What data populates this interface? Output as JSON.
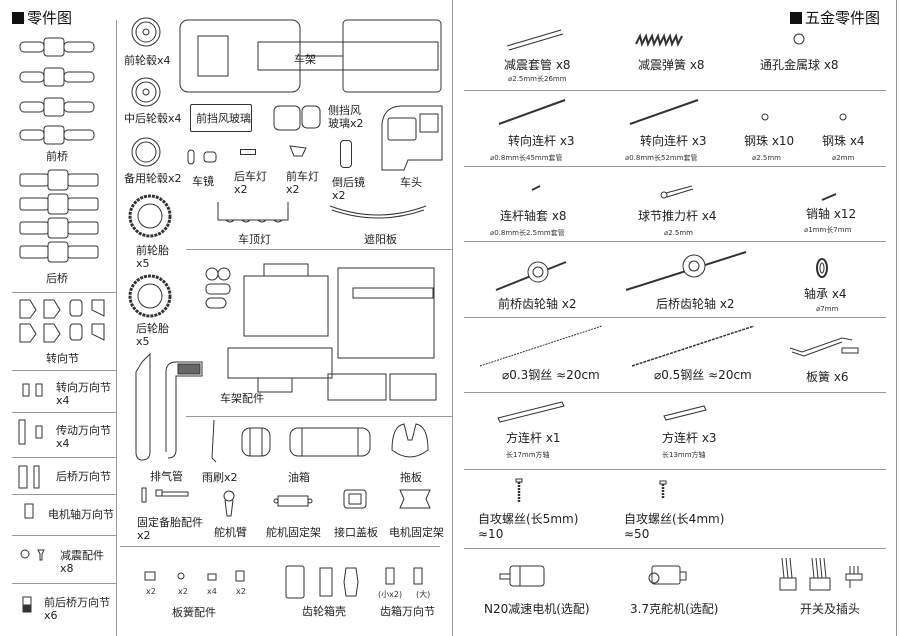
{
  "left_panel": {
    "title": "零件图",
    "axles": {
      "front_axle": "前桥",
      "rear_axle": "后桥"
    },
    "steering_knuckle": "转向节",
    "column_items": [
      {
        "name": "转向万向节",
        "qty": "x4"
      },
      {
        "name": "传动万向节",
        "qty": "x4"
      },
      {
        "name": "后桥万向节",
        "qty": ""
      },
      {
        "name": "电机轴万向节",
        "qty": ""
      },
      {
        "name": "减震配件",
        "qty": "x8"
      },
      {
        "name": "前后桥万向节",
        "qty": "x6"
      }
    ],
    "wheels": [
      {
        "name": "前轮毂x4"
      },
      {
        "name": "中后轮毂x4"
      },
      {
        "name": "备用轮毂x2"
      },
      {
        "name": "前轮胎",
        "qty": "x5"
      },
      {
        "name": "后轮胎",
        "qty": "x5"
      }
    ],
    "frame_label": "车架",
    "front_windshield": "前挡风玻璃",
    "side_windshield": {
      "name": "侧挡风",
      "name2": "玻璃x2"
    },
    "cab_label": "车头",
    "mirror": "车镜",
    "rear_light": {
      "name": "后车灯",
      "qty": "x2"
    },
    "front_light": {
      "name": "前车灯",
      "qty": "x2"
    },
    "rearview_mirror": {
      "name": "倒后镜",
      "qty": "x2"
    },
    "roof_light": "车顶灯",
    "sun_visor": "遮阳板",
    "frame_parts": "车架配件",
    "exhaust": "排气管",
    "wiper": "雨刷x2",
    "fuel_tank": "油箱",
    "fifth_wheel": "拖板",
    "spare_mount": {
      "name": "固定备胎配件",
      "qty": "x2"
    },
    "servo_arm": "舵机臂",
    "servo_mount": "舵机固定架",
    "port_cover": "接口盖板",
    "motor_mount": "电机固定架",
    "leaf_spring_parts": {
      "name": "板簧配件",
      "qtys": [
        "x2",
        "x2",
        "x4",
        "x2"
      ]
    },
    "gearbox_shell": "齿轮箱壳",
    "gearbox_joint": {
      "name": "齿箱万向节",
      "small": "(小x2)",
      "large": "(大)"
    }
  },
  "right_panel": {
    "title": "五金零件图",
    "rows": [
      [
        {
          "name": "减震套管  x8",
          "spec": "⌀2.5mm长26mm"
        },
        {
          "name": "减震弹簧  x8",
          "spec": ""
        },
        {
          "name": "通孔金属球  x8",
          "spec": ""
        }
      ],
      [
        {
          "name": "转向连杆  x3",
          "spec": "⌀0.8mm长45mm套管"
        },
        {
          "name": "转向连杆  x3",
          "spec": "⌀0.8mm长52mm套管"
        },
        {
          "name": "钢珠  x10",
          "spec": "⌀2.5mm"
        },
        {
          "name": "钢珠  x4",
          "spec": "⌀2mm"
        }
      ],
      [
        {
          "name": "连杆轴套  x8",
          "spec": "⌀0.8mm长2.5mm套管"
        },
        {
          "name": "球节推力杆  x4",
          "spec": "⌀2.5mm"
        },
        {
          "name": "销轴 x12",
          "spec": "⌀1mm长7mm"
        }
      ],
      [
        {
          "name": "前桥齿轮轴  x2",
          "spec": ""
        },
        {
          "name": "后桥齿轮轴  x2",
          "spec": ""
        },
        {
          "name": "轴承  x4",
          "spec": "⌀7mm"
        }
      ],
      [
        {
          "name": "⌀0.3钢丝 ≈20cm",
          "spec": ""
        },
        {
          "name": "⌀0.5钢丝 ≈20cm",
          "spec": ""
        },
        {
          "name": "板簧 x6",
          "spec": ""
        }
      ],
      [
        {
          "name": "方连杆  x1",
          "spec": "长17mm方轴"
        },
        {
          "name": "方连杆  x3",
          "spec": "长13mm方轴"
        }
      ],
      [
        {
          "name": "自攻螺丝(长5mm)",
          "spec": "≈10"
        },
        {
          "name": "自攻螺丝(长4mm)",
          "spec": "≈50"
        }
      ],
      [
        {
          "name": "N20减速电机(选配)",
          "spec": ""
        },
        {
          "name": "3.7克舵机(选配)",
          "spec": ""
        },
        {
          "name": "开关及插头",
          "spec": ""
        }
      ]
    ]
  }
}
